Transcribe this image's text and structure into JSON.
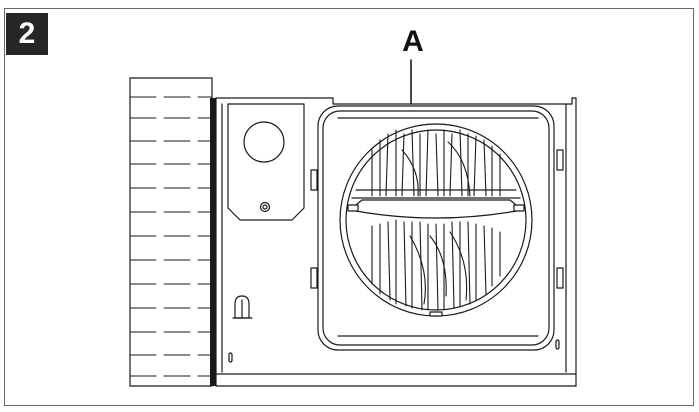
{
  "figure": {
    "step_number": "2",
    "callout_label": "A"
  },
  "icons": {
    "badge": "step-number-badge",
    "leader": "callout-leader-line",
    "wall": "framing-studs",
    "housing": "fan-housing",
    "collar": "duct-collar",
    "damper": "damper-flap",
    "blower": "blower-wheel",
    "knockout": "electrical-knockout",
    "lock": "lock-slot"
  },
  "colors": {
    "stroke": "#1a1a1a",
    "frame": "#6a6a6a",
    "badge_bg": "#262626",
    "badge_text": "#ffffff"
  }
}
